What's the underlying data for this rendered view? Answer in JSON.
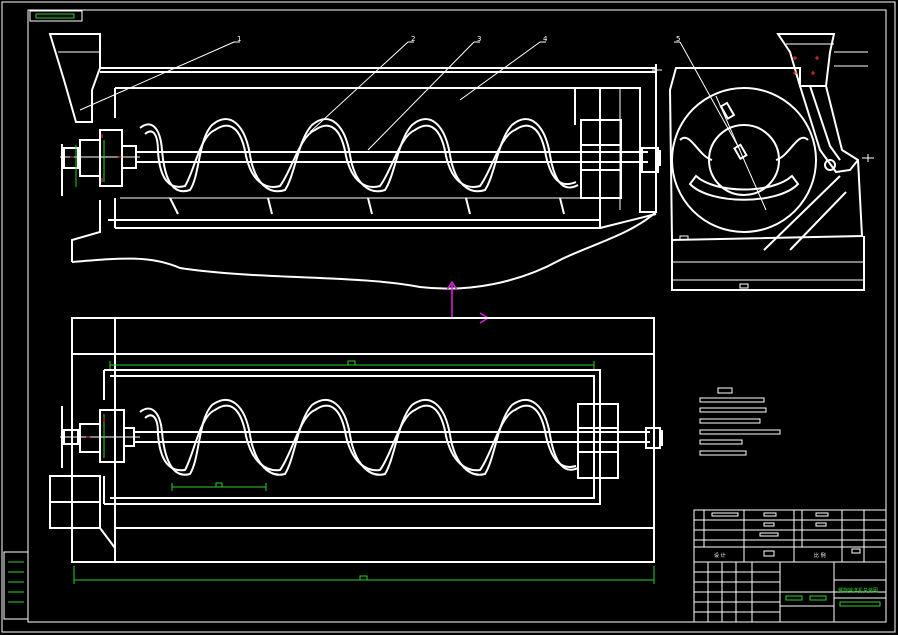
{
  "drawing": {
    "colors": {
      "background": "#000000",
      "line": "#ffffff",
      "dimension": "#2bd12b",
      "ucs": "#e020e0",
      "marker": "#ff3030"
    },
    "callouts": [
      "1",
      "2",
      "3",
      "4",
      "5"
    ],
    "title_block": {
      "left_label": "设 计",
      "right_label": "比 例",
      "title": "螺旋输送机总装图"
    }
  }
}
